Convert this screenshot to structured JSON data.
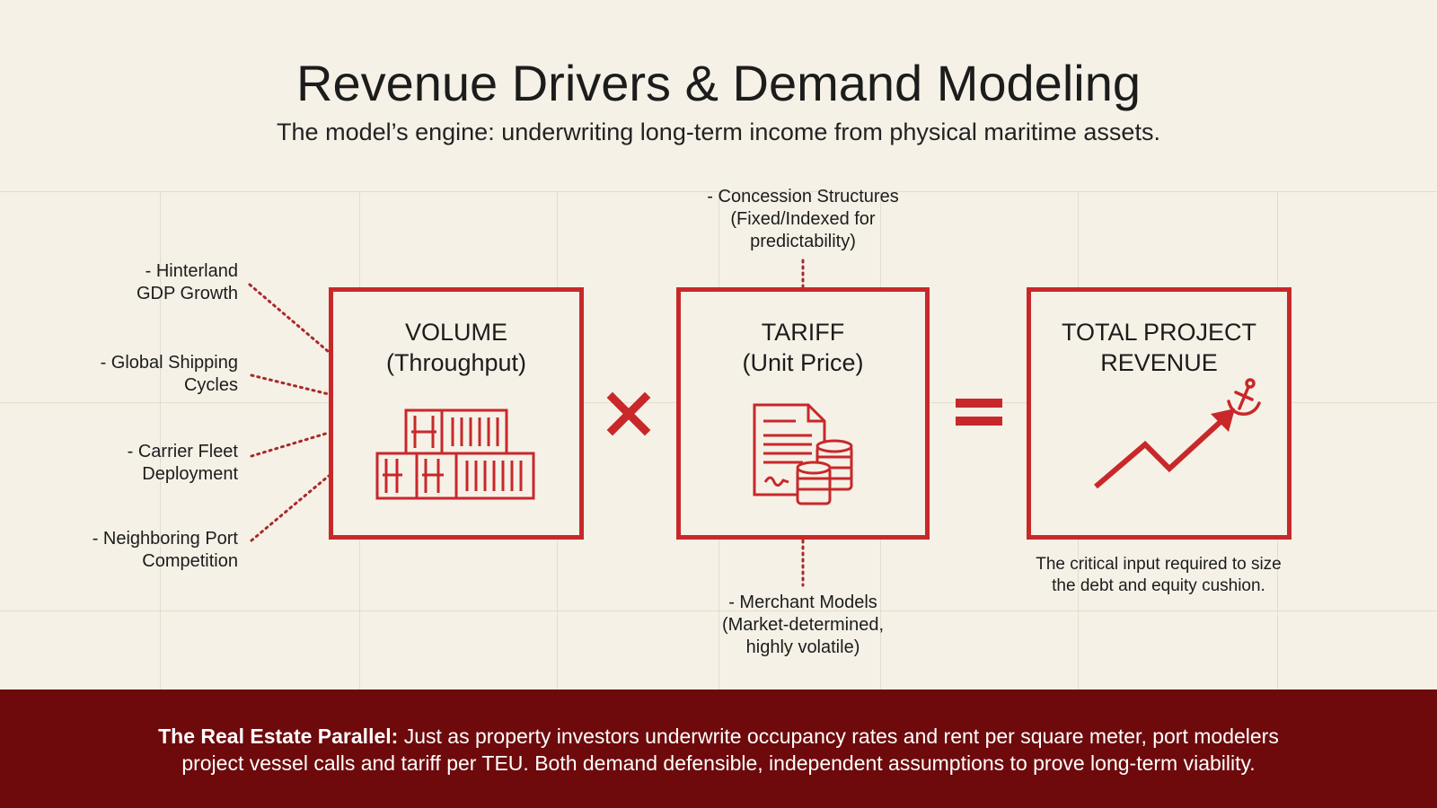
{
  "header": {
    "title": "Revenue Drivers & Demand Modeling",
    "subtitle": "The model’s engine: underwriting long-term income from physical maritime assets."
  },
  "volume_box": {
    "title": "VOLUME",
    "subtitle": "(Throughput)",
    "icon": "shipping-containers-icon"
  },
  "tariff_box": {
    "title": "TARIFF",
    "subtitle": "(Unit Price)",
    "icon": "document-and-coins-icon"
  },
  "revenue_box": {
    "title_line1": "TOTAL PROJECT",
    "title_line2": "REVENUE",
    "icon": "rising-trend-anchor-icon",
    "caption_line1": "The critical input required to size",
    "caption_line2": "the debt and equity cushion."
  },
  "operators": {
    "multiply": "multiply-icon",
    "equals": "equals-icon"
  },
  "volume_drivers": [
    {
      "line1": "- Hinterland",
      "line2": "GDP Growth"
    },
    {
      "line1": "- Global Shipping",
      "line2": "Cycles"
    },
    {
      "line1": "- Carrier Fleet",
      "line2": "Deployment"
    },
    {
      "line1": "- Neighboring Port",
      "line2": "Competition"
    }
  ],
  "tariff_drivers": {
    "top": {
      "line1": "- Concession Structures",
      "line2": "(Fixed/Indexed for",
      "line3": "predictability)"
    },
    "bottom": {
      "line1": "- Merchant Models",
      "line2": "(Market-determined,",
      "line3": "highly volatile)"
    }
  },
  "footer": {
    "lead": "The Real Estate Parallel:",
    "line1_rest": " Just as property investors underwrite occupancy rates and rent per square meter, port modelers",
    "line2": "project vessel calls and tariff per TEU. Both demand defensible, independent assumptions to prove long-term viability."
  },
  "colors": {
    "accent": "#c8282a",
    "footer_bg": "#6e0a0c",
    "background": "#f5f1e7"
  }
}
